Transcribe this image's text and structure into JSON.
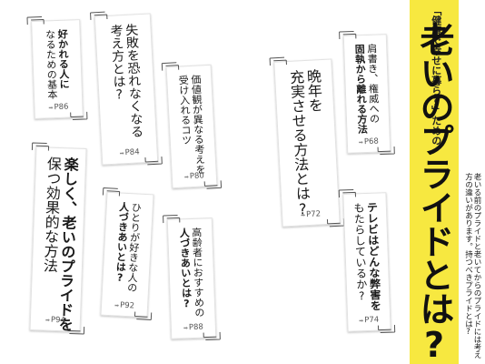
{
  "band": {
    "subtitle": "「健康で幸せに暮らす」ための",
    "title": "老いのプライドとは?",
    "intro": [
      "老いる前のプライドと老いてからのプライドには考え",
      "方の違いがあります。持つべきプライドとは?"
    ]
  },
  "cards": [
    {
      "id": "card-1",
      "lines": [
        {
          "text": "肩書き、権威への"
        },
        {
          "text": "固執から離れる方法",
          "emphasis": "固執から離れる"
        }
      ],
      "page": "P68"
    },
    {
      "id": "card-2",
      "lines": [
        {
          "text": "晩年を"
        },
        {
          "text": "充実させる方法とは?"
        }
      ],
      "page": "P72"
    },
    {
      "id": "card-3",
      "lines": [
        {
          "text": "テレビはどんな弊害を",
          "emphasis": "弊害"
        },
        {
          "text": "もたらしているか?"
        }
      ],
      "page": "P74"
    },
    {
      "id": "card-4",
      "lines": [
        {
          "text": "価値観が異なる考えを"
        },
        {
          "text": "受け入れるコツ"
        }
      ],
      "page": "P80"
    },
    {
      "id": "card-5",
      "lines": [
        {
          "text": "高齢者におすすめの"
        },
        {
          "text": "人づきあいとは?",
          "emphasis": "人づきあい"
        }
      ],
      "page": "P88"
    },
    {
      "id": "card-6",
      "lines": [
        {
          "text": "失敗を恐れなくなる"
        },
        {
          "text": "考え方とは?"
        }
      ],
      "page": "P84"
    },
    {
      "id": "card-7",
      "lines": [
        {
          "text": "ひとりが好きな人の"
        },
        {
          "text": "人づきあいとは?",
          "emphasis": "人づきあい"
        }
      ],
      "page": "P92"
    },
    {
      "id": "card-8",
      "lines": [
        {
          "text": "好かれる人に",
          "emphasis": "好かれる人"
        },
        {
          "text": "なるための基本"
        }
      ],
      "page": "P86"
    },
    {
      "id": "card-9",
      "lines": [
        {
          "text": "楽しく、老いのプライドを",
          "emphasis": "老いのプライド"
        },
        {
          "text": "保つ効果的な方法"
        }
      ],
      "page": "P94"
    }
  ]
}
